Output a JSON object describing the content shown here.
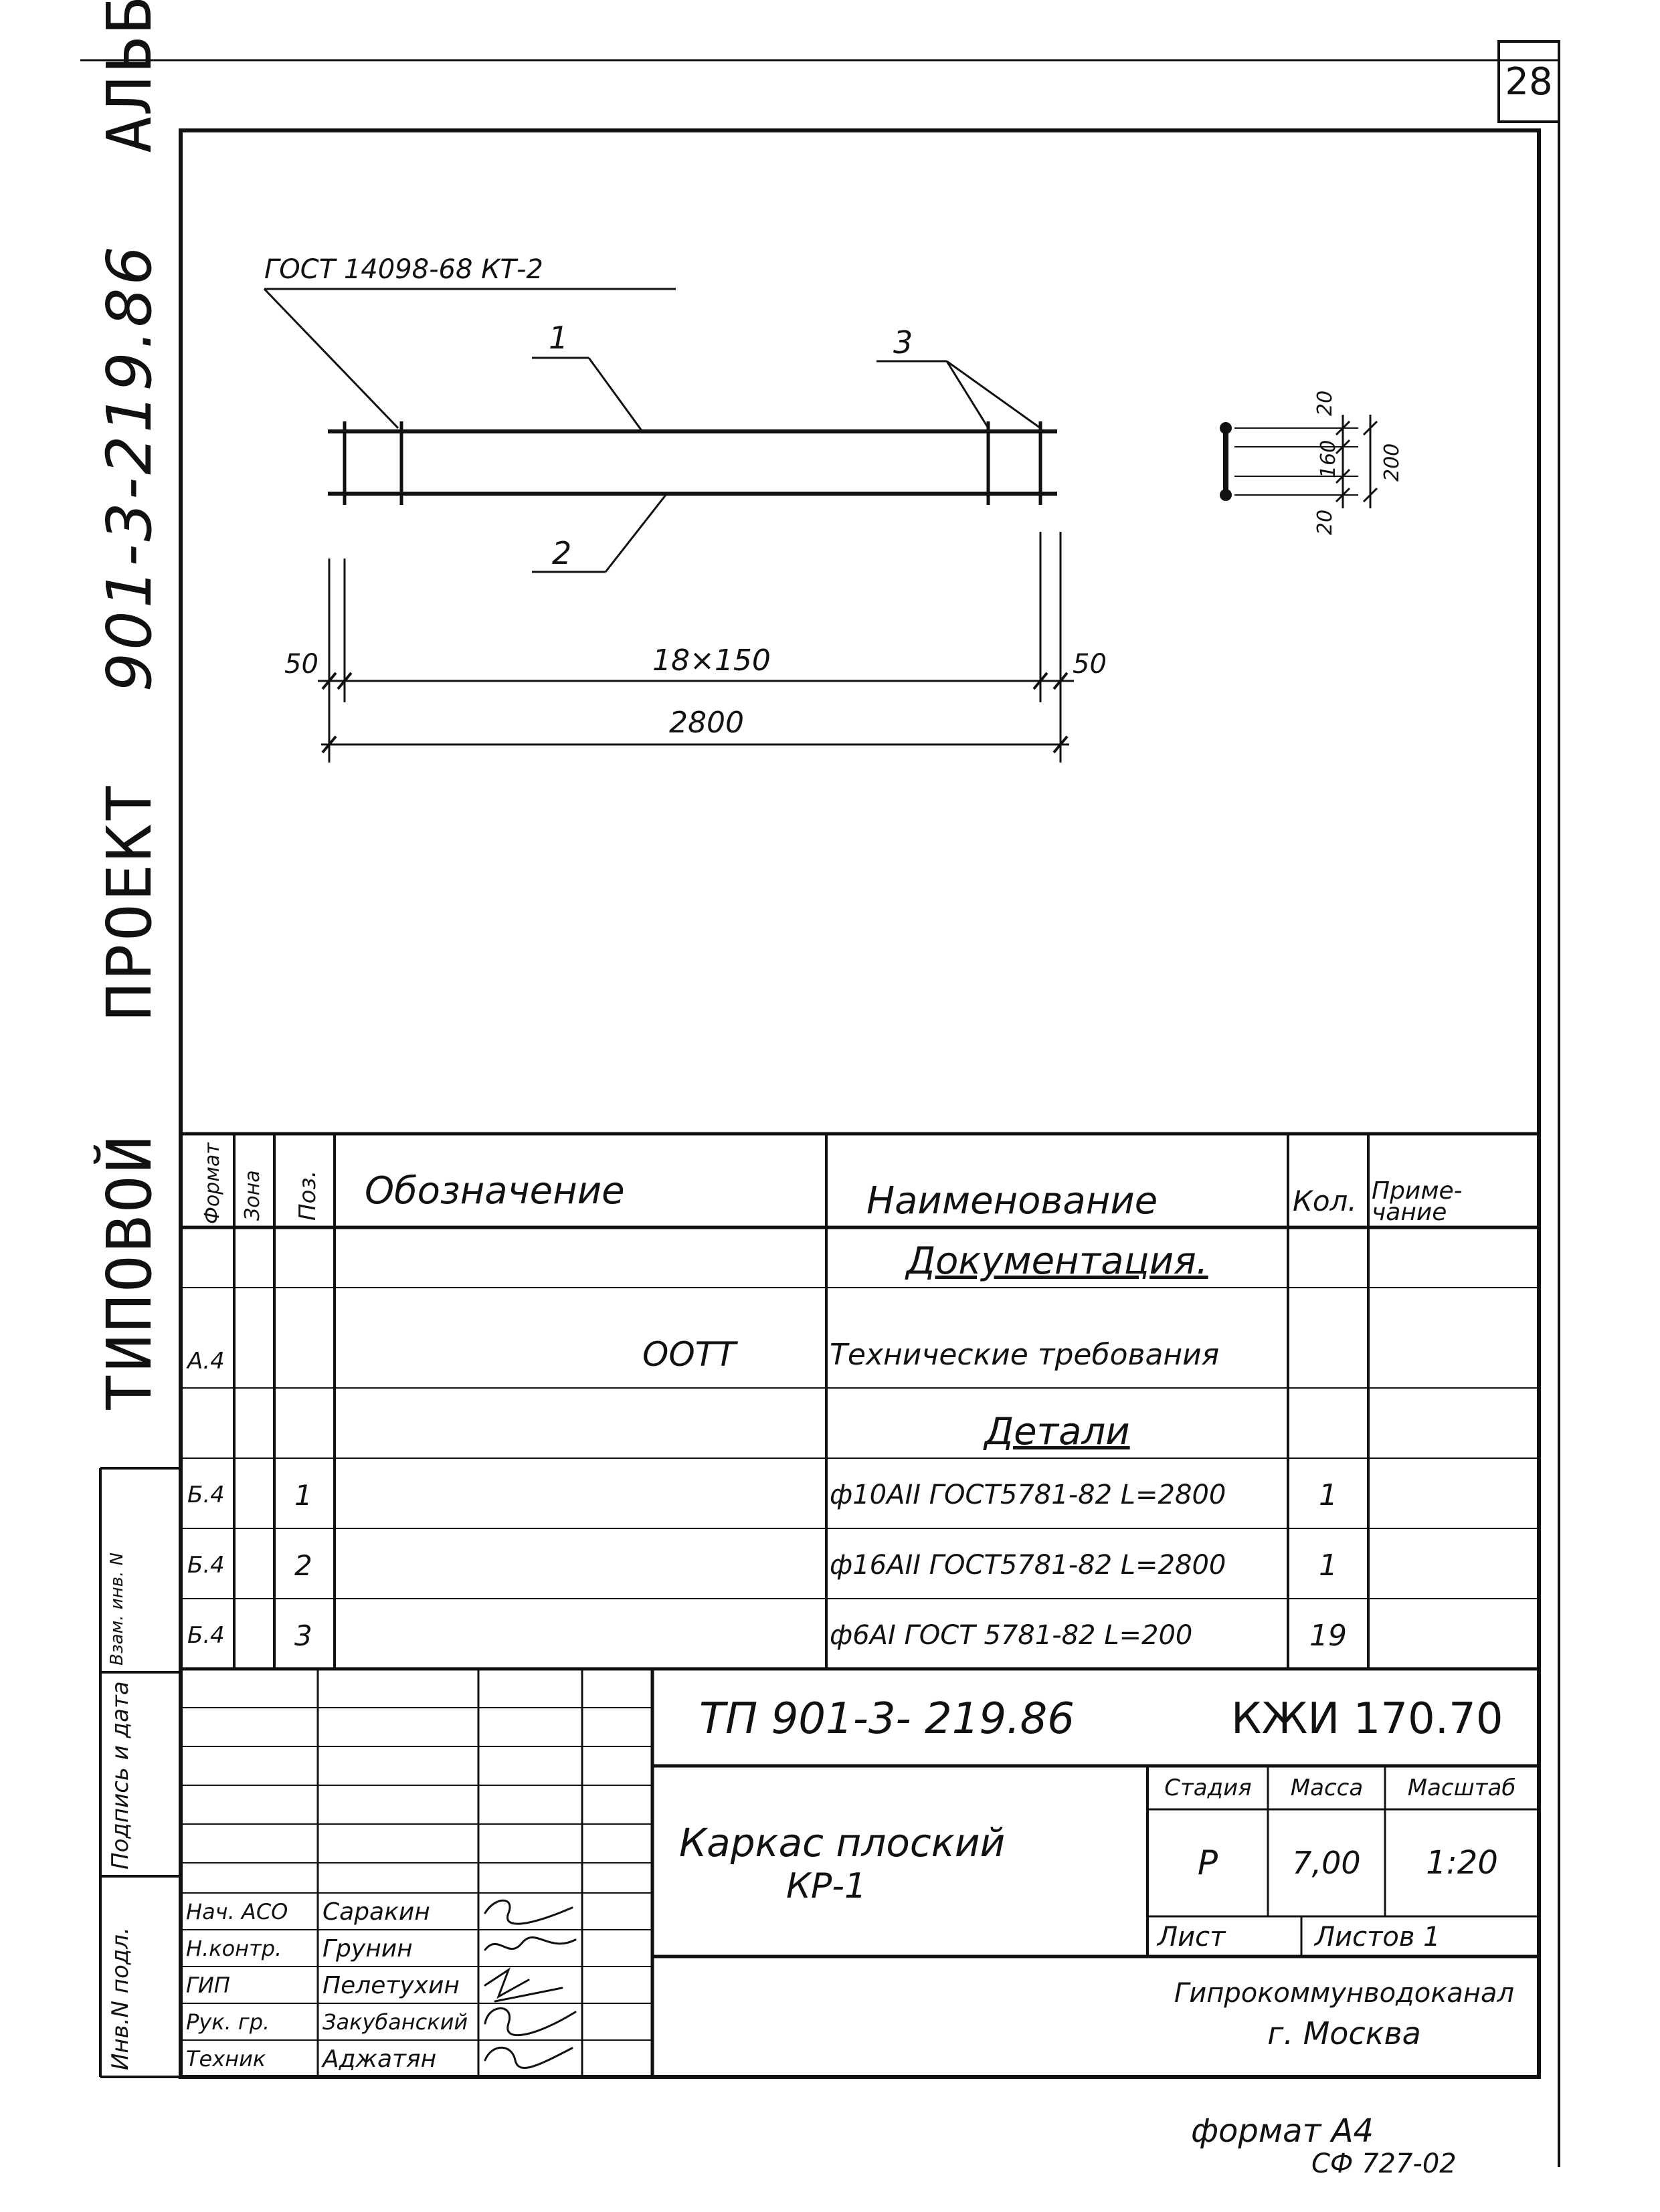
{
  "page_number": "28",
  "side_title": {
    "line1": "ТИПОВОЙ",
    "proekt": "ПРОЕКТ",
    "code": "901-3-219.86",
    "album": "АЛЬБОМ III"
  },
  "side_stamp": {
    "inv": "Инв.N подл.",
    "sign": "Подпись и дата",
    "vzam": "Взам. инв. N"
  },
  "drawing": {
    "weld_note": "ГОСТ 14098-68 КТ-2",
    "pos1": "1",
    "pos2": "2",
    "pos3": "3",
    "dim_left": "50",
    "dim_right": "50",
    "dim_pitch": "18×150",
    "dim_total": "2800",
    "sec_top": "20",
    "sec_mid": "160",
    "sec_bot": "20",
    "sec_total": "200"
  },
  "spec": {
    "headers": {
      "format": "Формат",
      "zone": "Зона",
      "pos": "Поз.",
      "designation": "Обозначение",
      "name": "Наименование",
      "qty": "Кол.",
      "note": "Приме-чание"
    },
    "section_docs": "Документация.",
    "docs_row": {
      "format": "А.4",
      "designation": "ООТТ",
      "name": "Технические требования"
    },
    "section_parts": "Детали",
    "rows": [
      {
        "format": "Б.4",
        "pos": "1",
        "name": "ф10АII ГОСТ5781-82 L=2800",
        "qty": "1"
      },
      {
        "format": "Б.4",
        "pos": "2",
        "name": "ф16АII ГОСТ5781-82 L=2800",
        "qty": "1"
      },
      {
        "format": "Б.4",
        "pos": "3",
        "name": "ф6АI ГОСТ 5781-82 L=200",
        "qty": "19"
      }
    ]
  },
  "title_block": {
    "project": "ТП 901-3- 219.86",
    "doc_code": "КЖИ 170.70",
    "title_line1": "Каркас плоский",
    "title_line2": "КР-1",
    "stage_label": "Стадия",
    "mass_label": "Масса",
    "scale_label": "Масштаб",
    "stage": "Р",
    "mass": "7,00",
    "scale": "1:20",
    "sheet_label": "Лист",
    "sheets_label": "Листов 1",
    "org_line1": "Гипрокоммунводоканал",
    "org_line2": "г. Москва",
    "people": [
      {
        "role": "Нач. АСО",
        "name": "Саракин"
      },
      {
        "role": "Н.контр.",
        "name": "Грунин"
      },
      {
        "role": "ГИП",
        "name": "Пелетухин"
      },
      {
        "role": "Рук. гр.",
        "name": "Закубанский"
      },
      {
        "role": "Техник",
        "name": "Аджатян"
      }
    ]
  },
  "footer": {
    "format": "формат А4",
    "code": "СФ 727-02"
  }
}
